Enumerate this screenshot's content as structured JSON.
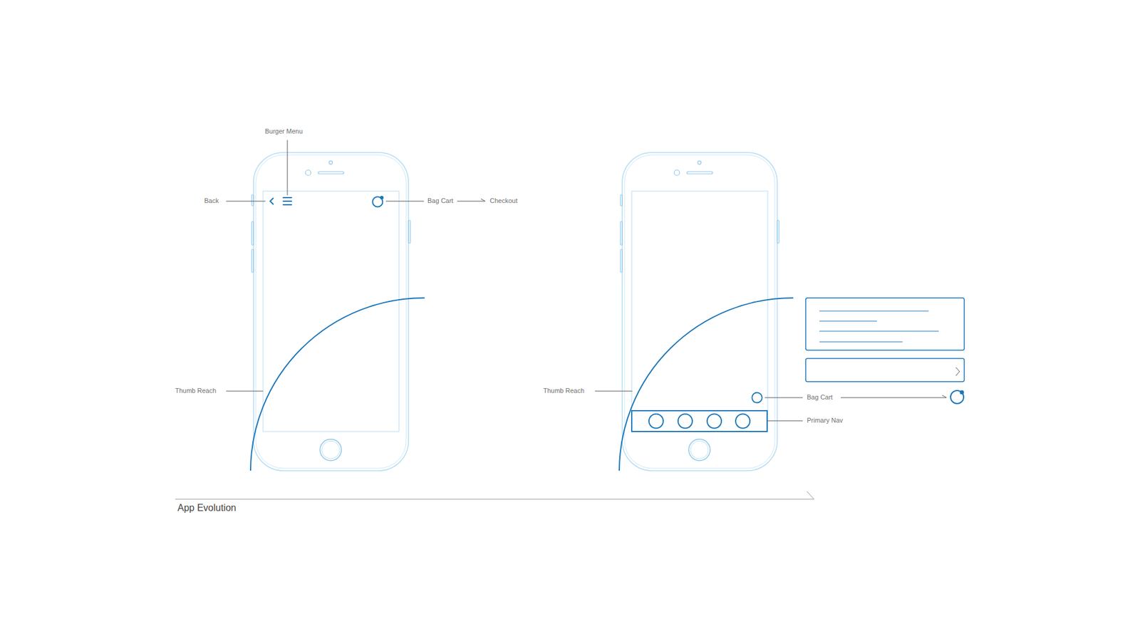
{
  "diagram": {
    "labels": [
      "Burger Menu",
      "Back",
      "Bag Cart",
      "Checkout",
      "Thumb Reach",
      "Thumb Reach",
      "Bag Cart",
      "Primary Nav",
      "App Evolution"
    ]
  }
}
